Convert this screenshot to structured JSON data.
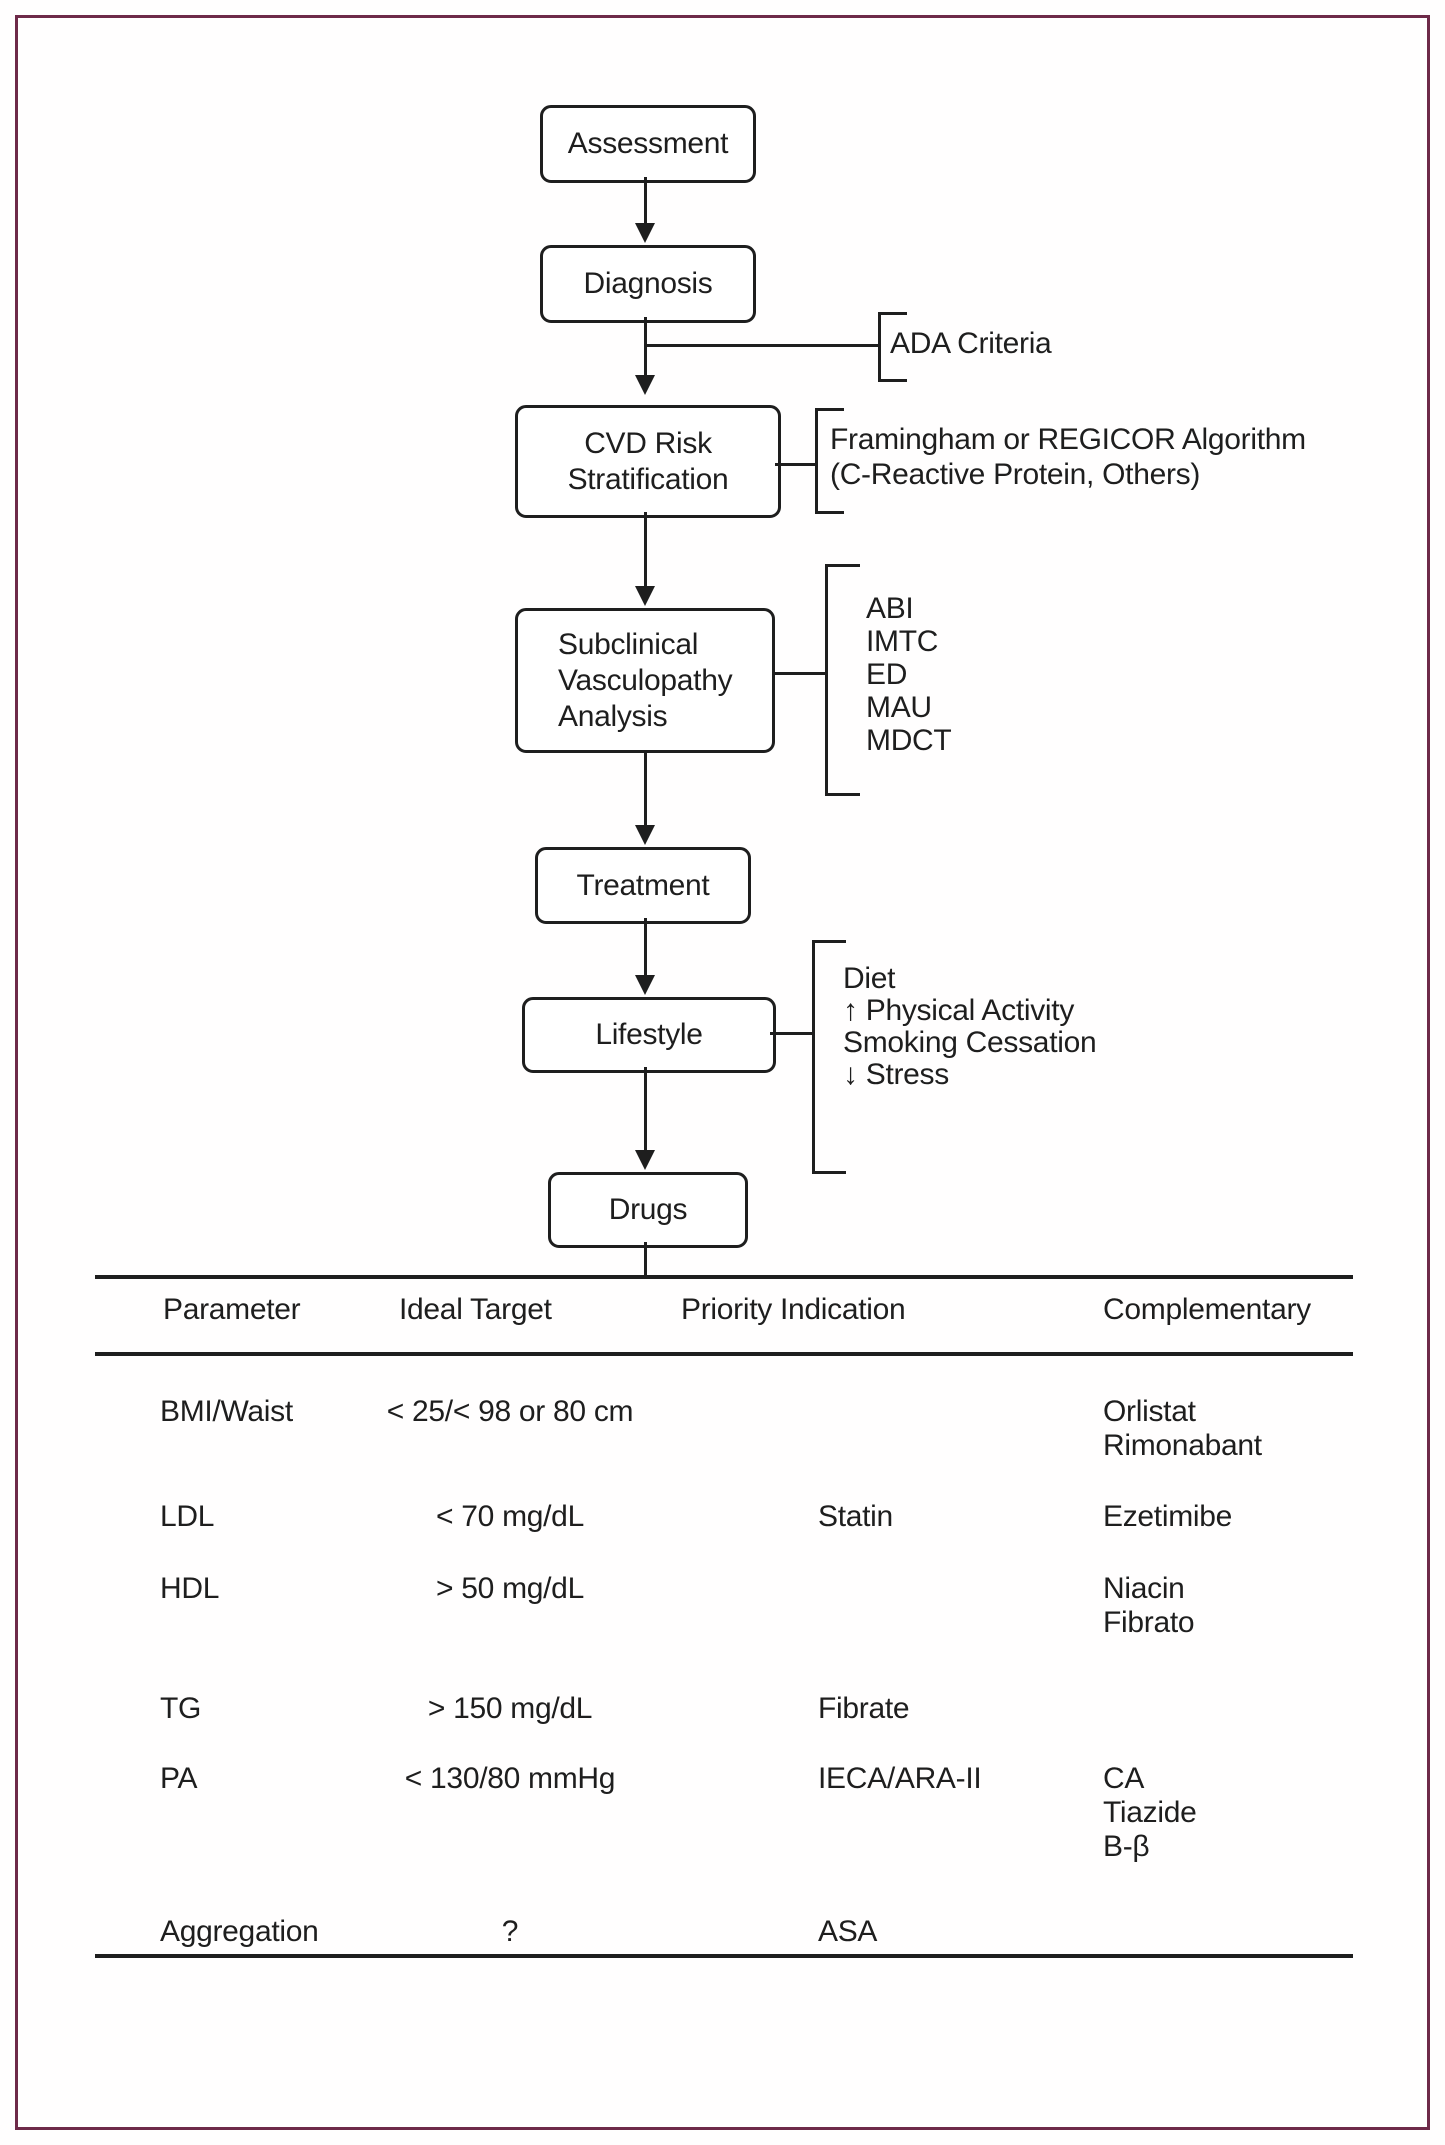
{
  "flowchart": {
    "assessment": {
      "label": "Assessment"
    },
    "diagnosis": {
      "label": "Diagnosis"
    },
    "cvd_risk": {
      "line1": "CVD Risk",
      "line2": "Stratification"
    },
    "subclinical": {
      "line1": "Subclinical",
      "line2": "Vasculopathy",
      "line3": "Analysis"
    },
    "treatment": {
      "label": "Treatment"
    },
    "lifestyle": {
      "label": "Lifestyle"
    },
    "drugs": {
      "label": "Drugs"
    },
    "ada_criteria": {
      "label": "ADA Criteria"
    },
    "risk_algorithm": {
      "line1": "Framingham or REGICOR Algorithm",
      "line2": "(C-Reactive Protein, Others)"
    },
    "vasculopathy_tests": [
      "ABI",
      "IMTC",
      "ED",
      "MAU",
      "MDCT"
    ],
    "lifestyle_measures": [
      "Diet",
      "↑ Physical Activity",
      "Smoking Cessation",
      "↓ Stress"
    ]
  },
  "table": {
    "headers": {
      "parameter": "Parameter",
      "ideal_target": "Ideal Target",
      "priority_indication": "Priority Indication",
      "complementary": "Complementary"
    },
    "rows": [
      {
        "parameter": "BMI/Waist",
        "target": "< 25/< 98 or 80 cm",
        "priority": "",
        "complementary": [
          "Orlistat",
          "Rimonabant"
        ]
      },
      {
        "parameter": "LDL",
        "target": "< 70 mg/dL",
        "priority": "Statin",
        "complementary": [
          "Ezetimibe"
        ]
      },
      {
        "parameter": "HDL",
        "target": "> 50 mg/dL",
        "priority": "",
        "complementary": [
          "Niacin",
          "Fibrato"
        ]
      },
      {
        "parameter": "TG",
        "target": "> 150 mg/dL",
        "priority": "Fibrate",
        "complementary": []
      },
      {
        "parameter": "PA",
        "target": "< 130/80 mmHg",
        "priority": "IECA/ARA-II",
        "complementary": [
          "CA",
          "Tiazide",
          "B-β"
        ]
      },
      {
        "parameter": "Aggregation",
        "target": "?",
        "priority": "ASA",
        "complementary": []
      }
    ]
  },
  "colors": {
    "frame": "#6e2a49",
    "ink": "#1e1e1e"
  }
}
